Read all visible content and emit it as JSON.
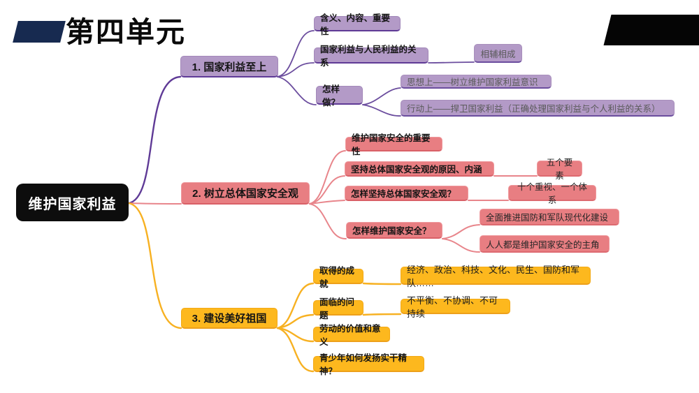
{
  "slide": {
    "unit_title": "第四单元",
    "colors": {
      "purple_line": "#5f3a96",
      "purple_fill": "#b39ac7",
      "red_line": "#e8858b",
      "red_fill": "#e87e82",
      "yellow_line": "#f7b122",
      "yellow_fill": "#fdb81e",
      "navy_deco": "#172a50",
      "black_deco": "#050505",
      "root_bg": "#0d0d0d"
    }
  },
  "mindmap": {
    "root": "维护国家利益",
    "b1": {
      "title": "1. 国家利益至上",
      "k1": "含义、内容、重要性",
      "k2": "国家利益与人民利益的关系",
      "k2_sub": "相辅相成",
      "k3": "怎样做？",
      "k3_sub1": "思想上——树立维护国家利益意识",
      "k3_sub2": "行动上——捍卫国家利益（正确处理国家利益与个人利益的关系）"
    },
    "b2": {
      "title": "2. 树立总体国家安全观",
      "k1": "维护国家安全的重要性",
      "k2": "坚持总体国家安全观的原因、内涵",
      "k2_sub": "五个要素",
      "k3": "怎样坚持总体国家安全观？",
      "k3_sub": "十个重视、一个体系",
      "k4": "怎样维护国家安全？",
      "k4_sub1": "全面推进国防和军队现代化建设",
      "k4_sub2": "人人都是维护国家安全的主角"
    },
    "b3": {
      "title": "3. 建设美好祖国",
      "k1": "取得的成就",
      "k1_sub": "经济、政治、科技、文化、民生、国防和军队……",
      "k2": "面临的问题",
      "k2_sub": "不平衡、不协调、不可持续",
      "k3": "劳动的价值和意义",
      "k4": "青少年如何发扬实干精神？"
    }
  }
}
